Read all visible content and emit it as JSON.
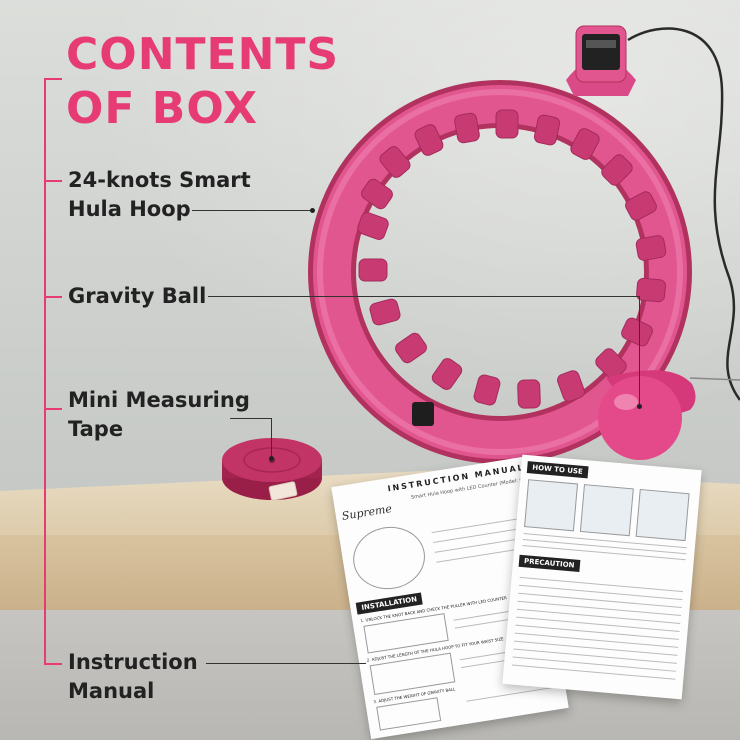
{
  "title": {
    "line1": "CONTENTS",
    "line2": "OF BOX"
  },
  "items": [
    {
      "line1": "24-knots Smart",
      "line2": "Hula Hoop"
    },
    {
      "line1": "Gravity Ball",
      "line2": ""
    },
    {
      "line1": "Mini Measuring",
      "line2": "Tape"
    },
    {
      "line1": "Instruction",
      "line2": "Manual"
    }
  ],
  "manual": {
    "brand": "Supreme",
    "header": "INSTRUCTION MANUAL",
    "subtitle": "Smart Hula Hoop with LED Counter (Model: 6)",
    "how_to_use": "HOW TO USE",
    "installation": "INSTALLATION",
    "precaution": "PRECAUTION",
    "step1": "1. UNLOCK THE KNOT BACK AND CHECK THE PULLER WITH LED COUNTER",
    "step2": "2. ADJUST THE LENGTH OF THE HULA HOOP TO FIT YOUR WAIST SIZE",
    "step3": "3. ADJUST THE WEIGHT OF GRAVITY BALL"
  },
  "colors": {
    "accent": "#e63b74",
    "hoop": "#e04e8a",
    "hoop_dark": "#b2325f"
  }
}
